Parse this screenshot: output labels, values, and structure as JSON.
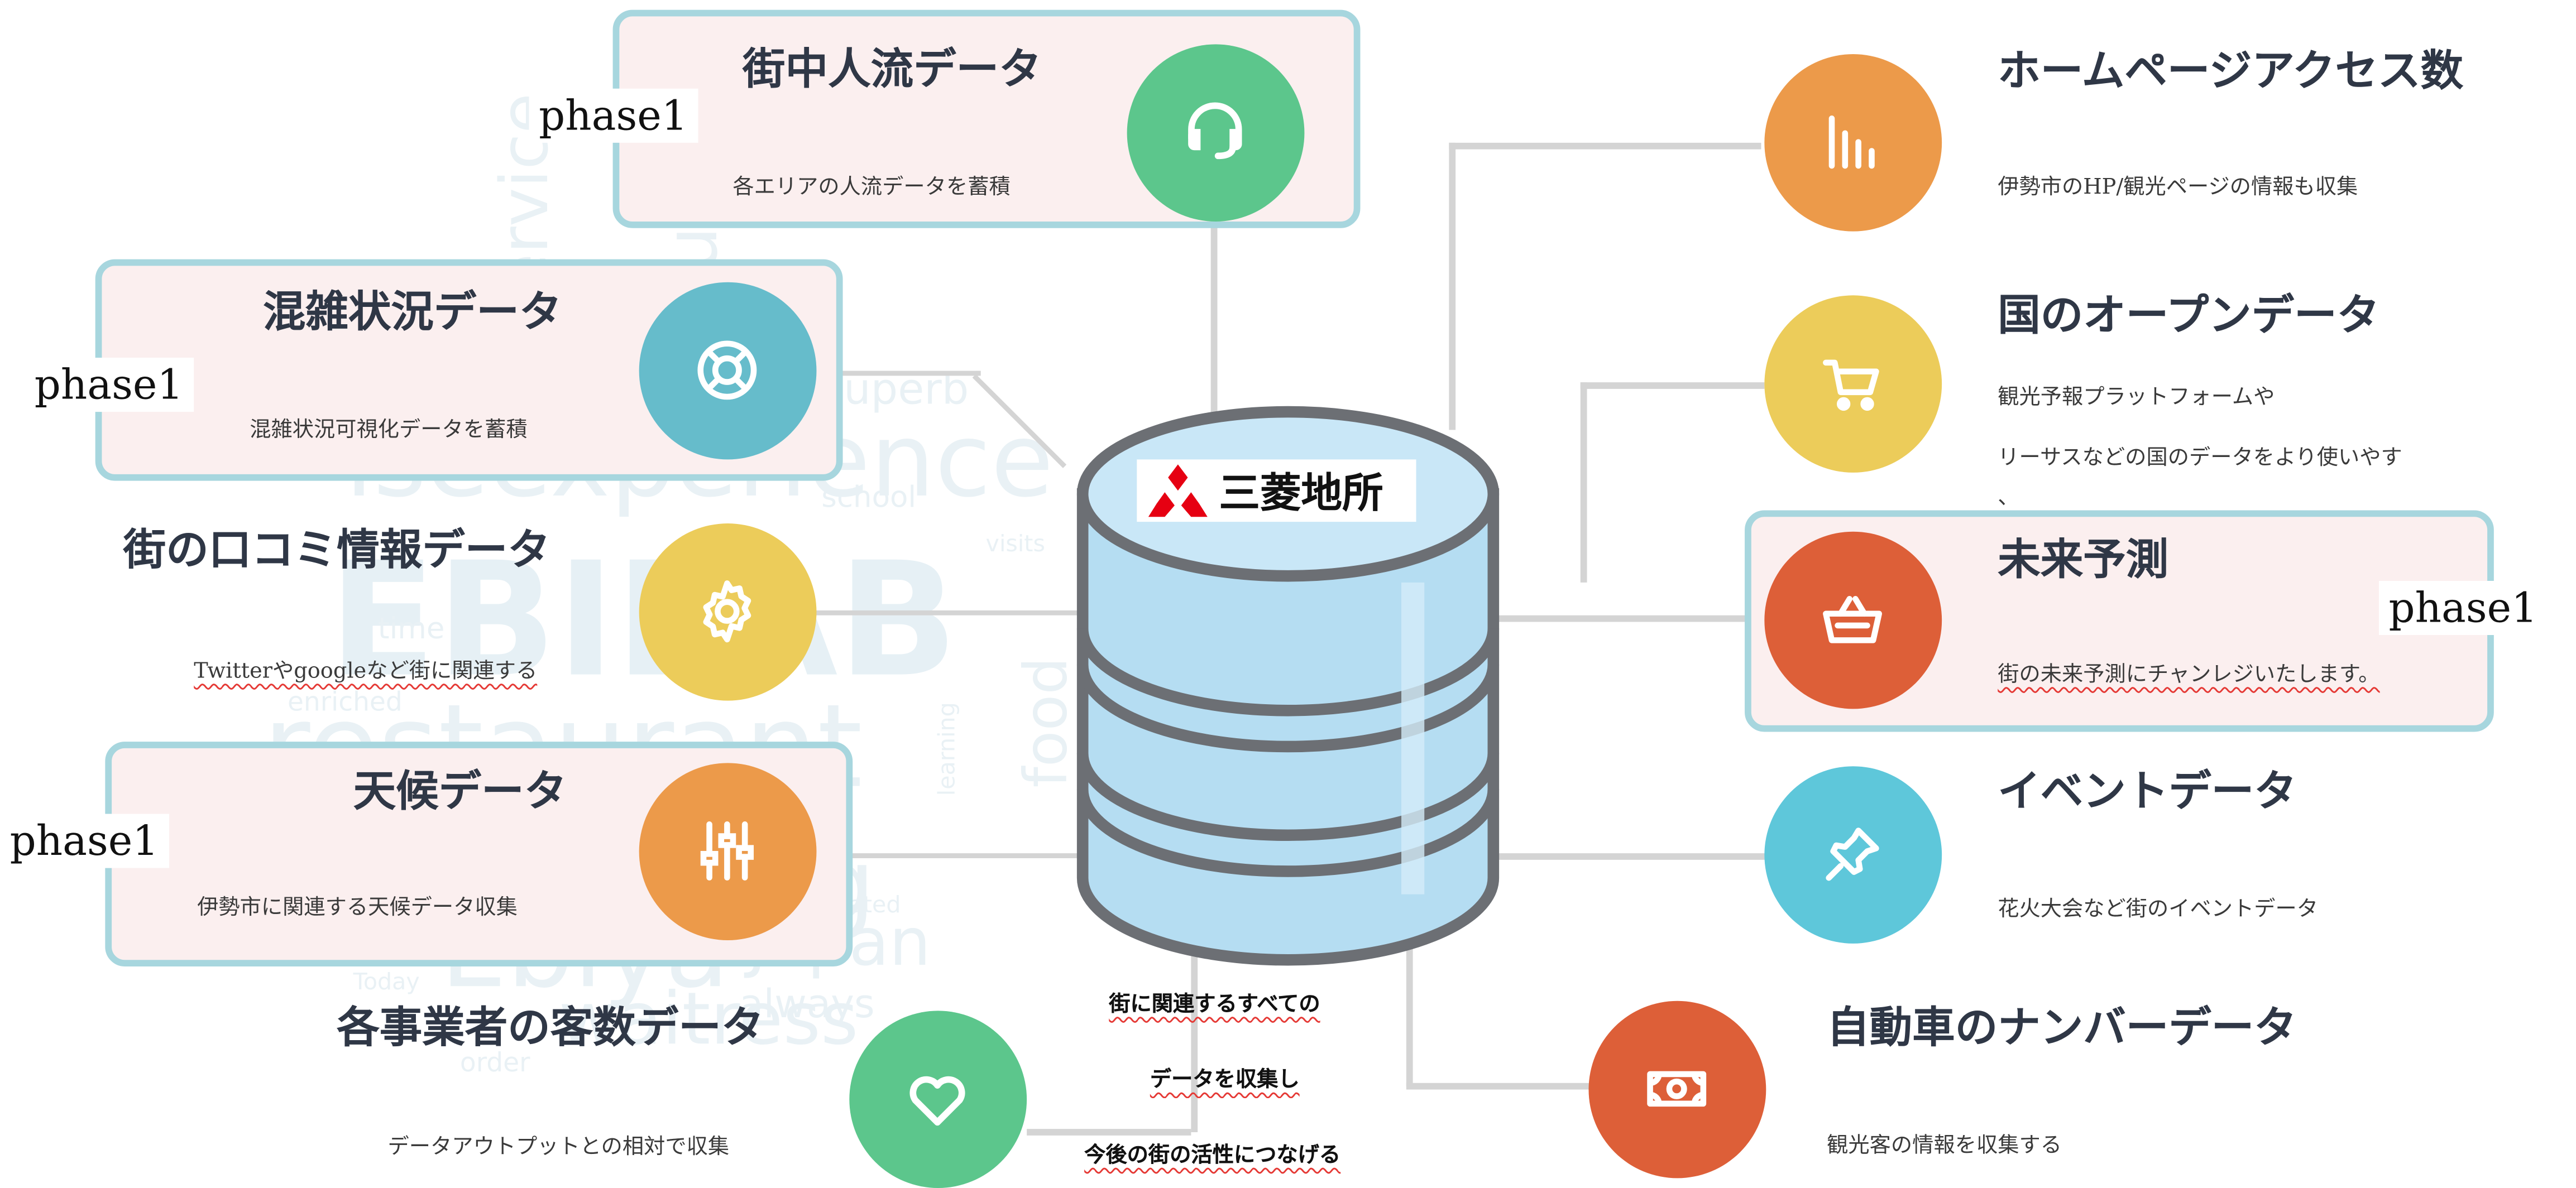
{
  "colors": {
    "green": "#5cc68c",
    "teal": "#66bccb",
    "yellow": "#eccc5a",
    "orange": "#ec9a4a",
    "redorange": "#dd5f38",
    "cyan": "#5ec7da",
    "db_fill": "#b5ddf2",
    "db_stroke": "#6c6f74",
    "highlight_border": "#a7d6de",
    "highlight_fill": "#fbefef"
  },
  "phase_label": "phase1",
  "database": {
    "logo_text": "三菱地所",
    "logo_icon": "three-diamonds-icon"
  },
  "center_caption": [
    "街に関連するすべての",
    "データを収集し",
    "今後の街の活性につなげる"
  ],
  "left_items": [
    {
      "title": "街中人流データ",
      "desc": "各エリアの人流データを蓄積",
      "icon": "headset-icon",
      "color": "green"
    },
    {
      "title": "混雑状況データ",
      "desc": "混雑状況可視化データを蓄積",
      "icon": "lifebuoy-icon",
      "color": "teal"
    },
    {
      "title": "街の口コミ情報データ",
      "desc": "Twitterやgoogleなど街に関連する",
      "icon": "gear-icon",
      "color": "yellow"
    },
    {
      "title": "天候データ",
      "desc": "伊勢市に関連する天候データ収集",
      "icon": "sliders-icon",
      "color": "orange"
    },
    {
      "title": "各事業者の客数データ",
      "desc": "データアウトプットとの相対で収集",
      "icon": "heart-icon",
      "color": "green"
    }
  ],
  "right_items": [
    {
      "title": "ホームページアクセス数",
      "desc": "伊勢市のHP/観光ページの情報も収集",
      "icon": "bar-chart-icon",
      "color": "orange"
    },
    {
      "title": "国のオープンデータ",
      "desc_lines": [
        "観光予報プラットフォームや",
        "リーサスなどの国のデータをより使いやす",
        "、"
      ],
      "icon": "cart-icon",
      "color": "yellow"
    },
    {
      "title": "未来予測",
      "desc": "街の未来予測にチャンレジいたします。",
      "icon": "basket-icon",
      "color": "redorange"
    },
    {
      "title": "イベントデータ",
      "desc": "花火大会など街のイベントデータ",
      "icon": "pin-icon",
      "color": "cyan"
    },
    {
      "title": "自動車のナンバーデータ",
      "desc": "観光客の情報を収集する",
      "icon": "money-icon",
      "color": "redorange"
    }
  ]
}
